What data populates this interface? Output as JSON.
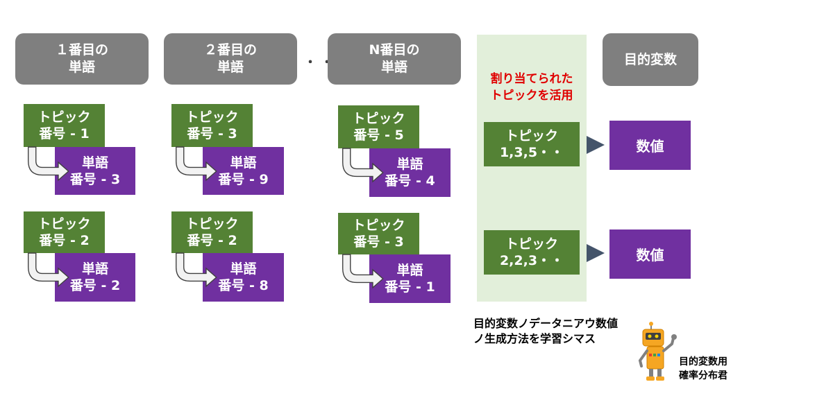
{
  "headers": {
    "word1": [
      "１番目の",
      "単語"
    ],
    "word2": [
      "２番目の",
      "単語"
    ],
    "wordN": [
      "N番目の",
      "単語"
    ],
    "target": "目的変数",
    "ellipsis": "・・"
  },
  "columns": [
    {
      "pairs": [
        {
          "topic": [
            "トピック",
            "番号 - 1"
          ],
          "word": [
            "単語",
            "番号 - 3"
          ]
        },
        {
          "topic": [
            "トピック",
            "番号 - 2"
          ],
          "word": [
            "単語",
            "番号 - 2"
          ]
        }
      ]
    },
    {
      "pairs": [
        {
          "topic": [
            "トピック",
            "番号 - 3"
          ],
          "word": [
            "単語",
            "番号 - 9"
          ]
        },
        {
          "topic": [
            "トピック",
            "番号 - 2"
          ],
          "word": [
            "単語",
            "番号 - 8"
          ]
        }
      ]
    },
    {
      "pairs": [
        {
          "topic": [
            "トピック",
            "番号 - 5"
          ],
          "word": [
            "単語",
            "番号 - 4"
          ]
        },
        {
          "topic": [
            "トピック",
            "番号 - 3"
          ],
          "word": [
            "単語",
            "番号 - 1"
          ]
        }
      ]
    }
  ],
  "assigned_label": [
    "割り当てられた",
    "トピックを活用"
  ],
  "aggregates": [
    {
      "topic": [
        "トピック",
        "1,3,5・・"
      ],
      "value": "数値"
    },
    {
      "topic": [
        "トピック",
        "2,2,3・・"
      ],
      "value": "数値"
    }
  ],
  "note": [
    "目的変数ノデータニアウ数値",
    "ノ生成方法を学習シマス"
  ],
  "robot_label": [
    "目的変数用",
    "確率分布君"
  ],
  "colors": {
    "header": "#7f7f7f",
    "topic": "#548235",
    "word": "#7030a0",
    "band": "#e2efda",
    "accent_red": "#e00000",
    "robot": "#f5a623"
  }
}
